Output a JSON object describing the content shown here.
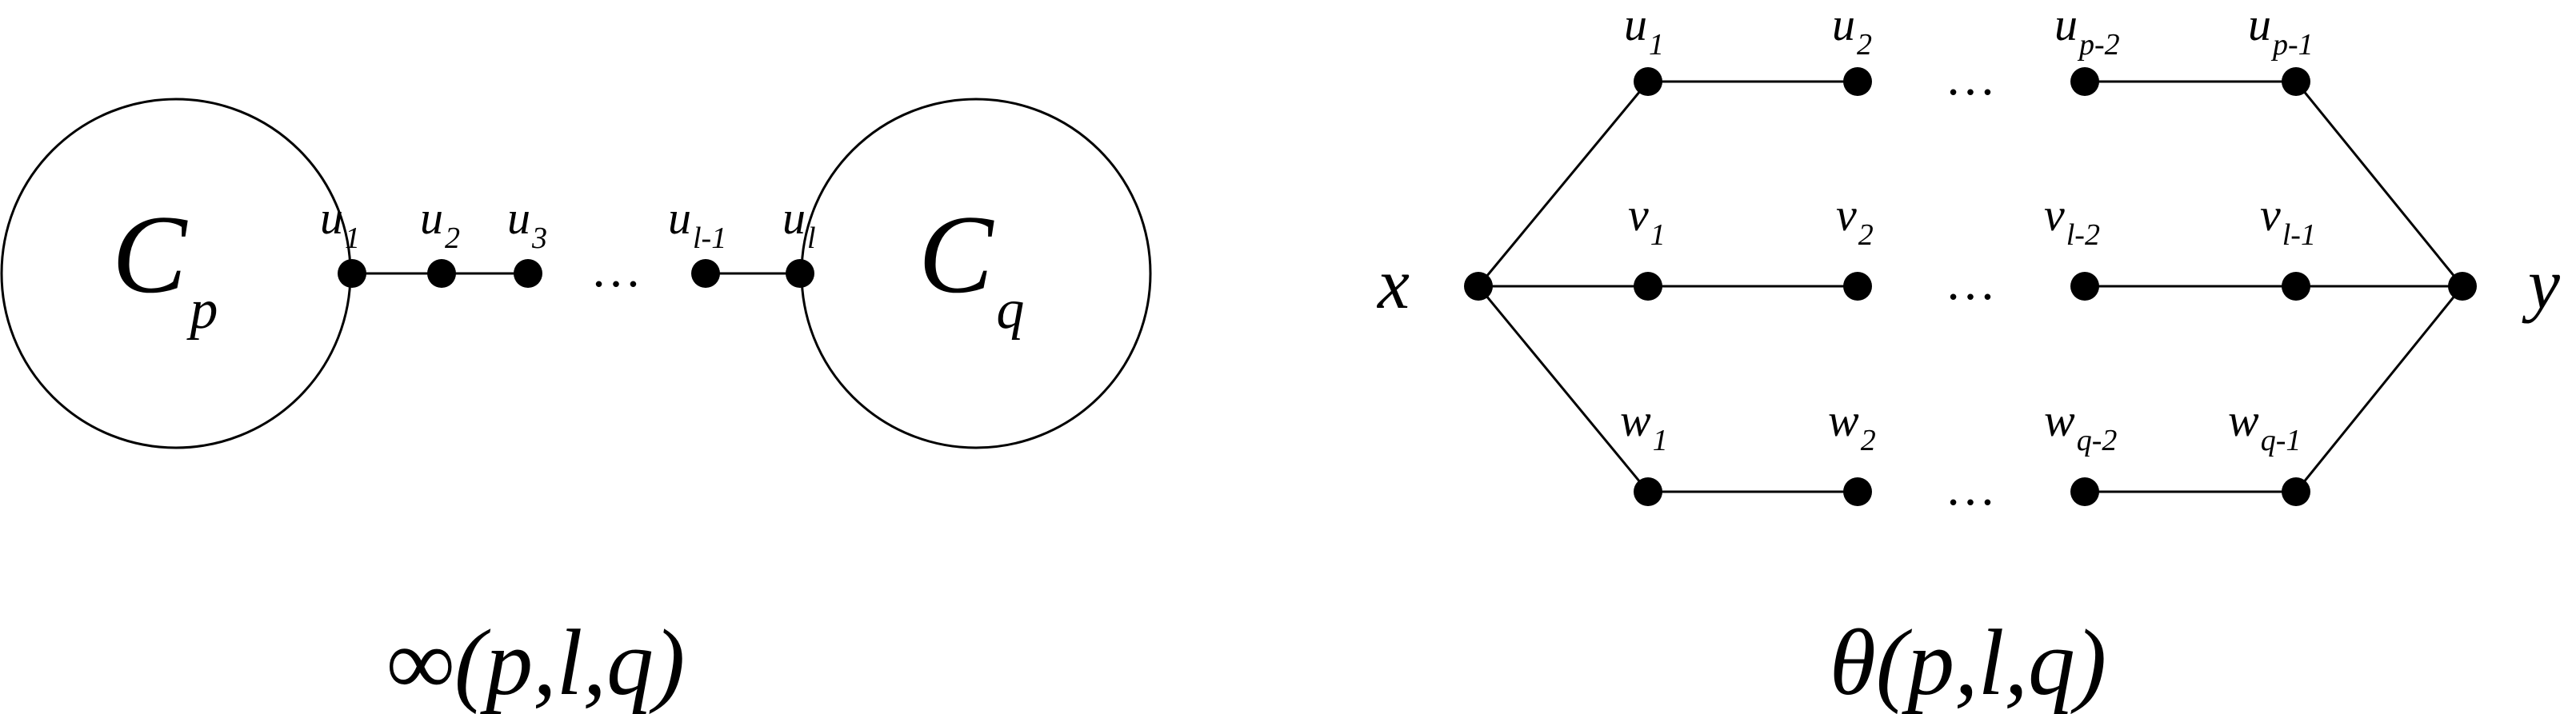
{
  "infinity_graph": {
    "cycle_left": {
      "letter": "C",
      "sub": "p"
    },
    "cycle_right": {
      "letter": "C",
      "sub": "q"
    },
    "nodes": [
      {
        "base": "u",
        "sub": "1"
      },
      {
        "base": "u",
        "sub": "2"
      },
      {
        "base": "u",
        "sub": "3"
      },
      {
        "base": "u",
        "sub": "l-1"
      },
      {
        "base": "u",
        "sub": "l"
      }
    ],
    "dots": "…",
    "caption": "∞(p,l,q)"
  },
  "theta_graph": {
    "x": "x",
    "y": "y",
    "row_u": [
      {
        "base": "u",
        "sub": "1"
      },
      {
        "base": "u",
        "sub": "2"
      },
      {
        "base": "u",
        "sub": "p-2"
      },
      {
        "base": "u",
        "sub": "p-1"
      }
    ],
    "row_v": [
      {
        "base": "v",
        "sub": "1"
      },
      {
        "base": "v",
        "sub": "2"
      },
      {
        "base": "v",
        "sub": "l-2"
      },
      {
        "base": "v",
        "sub": "l-1"
      }
    ],
    "row_w": [
      {
        "base": "w",
        "sub": "1"
      },
      {
        "base": "w",
        "sub": "2"
      },
      {
        "base": "w",
        "sub": "q-2"
      },
      {
        "base": "w",
        "sub": "q-1"
      }
    ],
    "dots": "…",
    "caption": "θ(p,l,q)"
  }
}
